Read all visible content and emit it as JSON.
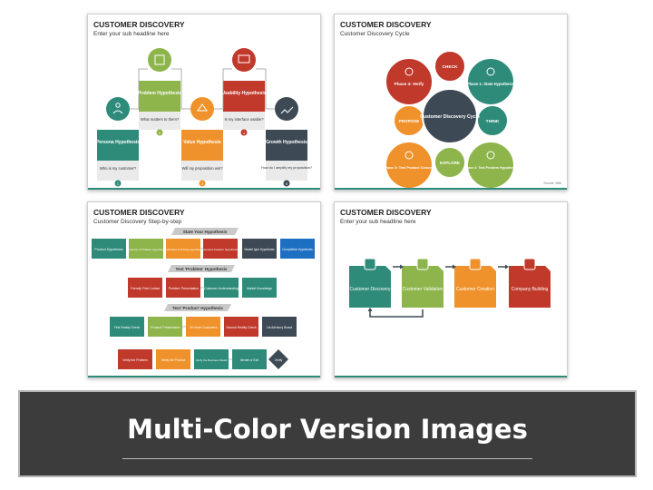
{
  "banner": {
    "title": "Multi-Color Version Images"
  },
  "slides": [
    {
      "title": "CUSTOMER DISCOVERY",
      "subtitle": "Enter your sub headline here",
      "steps": [
        {
          "label": "Persona Hypothesis",
          "question": "Who is my customer?",
          "num": "1",
          "color": "#2e8b7a"
        },
        {
          "label": "Problem Hypothesis",
          "question": "What matters to them?",
          "num": "2",
          "color": "#8db54b"
        },
        {
          "label": "Value Hypothesis",
          "question": "Will my proposition win?",
          "num": "3",
          "color": "#f0922b"
        },
        {
          "label": "Usability Hypothesis",
          "question": "Is my interface usable?",
          "num": "4",
          "color": "#c0392b"
        },
        {
          "label": "Growth Hypothesis",
          "question": "How do I amplify my proposition?",
          "num": "5",
          "color": "#3d4a56"
        }
      ]
    },
    {
      "title": "CUSTOMER DISCOVERY",
      "subtitle": "Customer Discovery Cycle",
      "center": "Customer Discovery Cycle",
      "phases": [
        {
          "label": "Phase 4: Verify",
          "color": "#c0392b"
        },
        {
          "label": "Phase 1: State Hypothesis",
          "color": "#2e8b7a"
        },
        {
          "label": "Phase 3: Test Product Concept",
          "color": "#f0922b"
        },
        {
          "label": "Phase 2: Test Problem Hypothesis",
          "color": "#8db54b"
        }
      ],
      "actions": [
        "CHECK",
        "THINK",
        "EXPLORE",
        "PROPOSE"
      ],
      "source": "Source: Wiki"
    },
    {
      "title": "CUSTOMER DISCOVERY",
      "subtitle": "Customer Discovery Step-by-step",
      "headers": [
        "State Your Hypothesis",
        "Test 'Problem' Hypothesis",
        "Test 'Product' Hypothesis"
      ],
      "row1": [
        "Product Hypothesis",
        "Customer & Problem Hypothesis",
        "Distribution & Pricing Hypothesis",
        "Demand Creation Hypothesis",
        "Market type Hypothesis",
        "Competitive Hypothesis"
      ],
      "row2": [
        "Friendly First Contact",
        "'Problem' Presentation",
        "Customer Understanding",
        "Market Knowledge"
      ],
      "row3": [
        "First Reality Check",
        "'Product' Presentation",
        "Yet more Customers",
        "Second Reality Check",
        "1st Advisory Board"
      ],
      "row4": [
        "Verify the Problem",
        "Verify the Product",
        "Verify the Business Model",
        "Iterate or Exit",
        "Verify"
      ]
    },
    {
      "title": "CUSTOMER DISCOVERY",
      "subtitle": "Enter your sub headline here",
      "steps": [
        {
          "label": "Customer Discovery",
          "color": "#2e8b7a"
        },
        {
          "label": "Customer Validation",
          "color": "#8db54b"
        },
        {
          "label": "Customer Creation",
          "color": "#f0922b"
        },
        {
          "label": "Company Building",
          "color": "#c0392b"
        }
      ]
    }
  ]
}
